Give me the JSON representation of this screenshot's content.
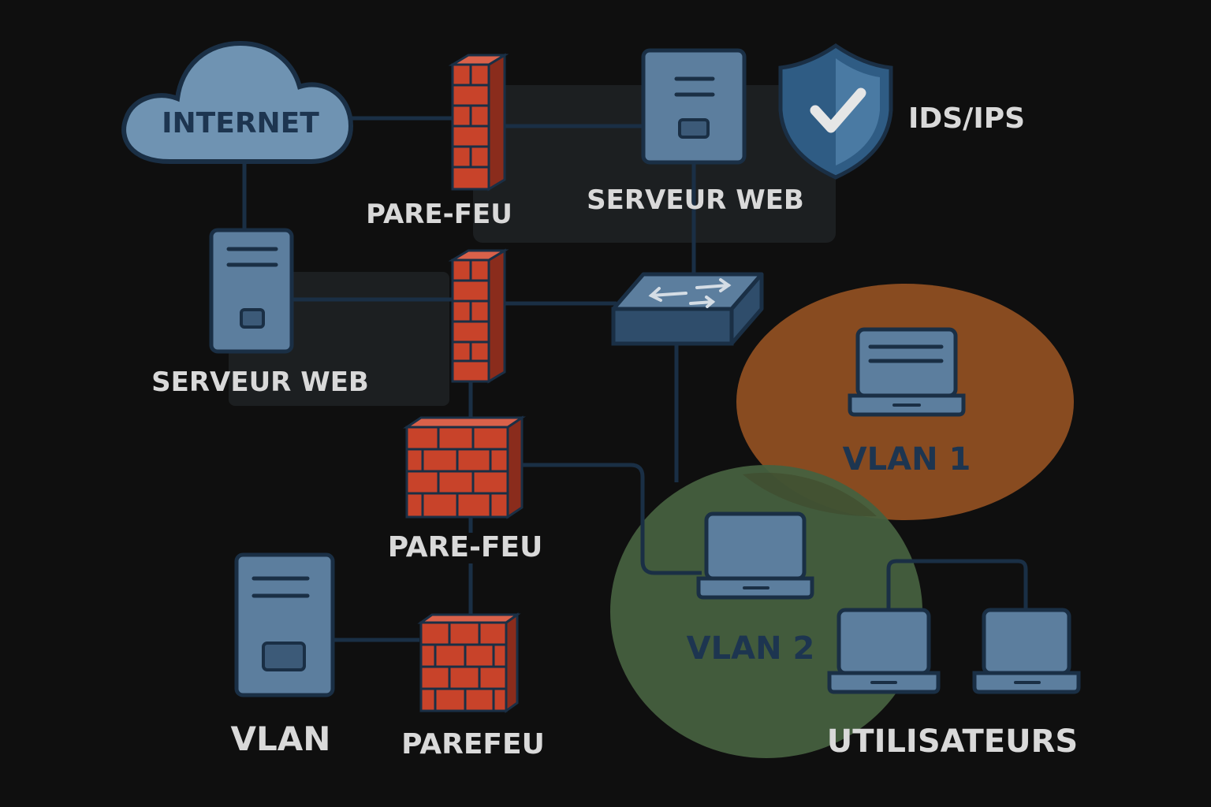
{
  "labels": {
    "internet": "INTERNET",
    "firewall_top": "PARE-FEU",
    "web_server_top": "SERVEUR WEB",
    "ids_ips": "IDS/IPS",
    "web_server_left": "SERVEUR WEB",
    "firewall_middle": "PARE-FEU",
    "vlan_1": "VLAN 1",
    "vlan_2": "VLAN 2",
    "vlan": "VLAN",
    "firewall_bottom": "PAREFEU",
    "users": "UTILISATEURS"
  },
  "colors": {
    "background": "#0f0f0f",
    "device_fill": "#5c7e9e",
    "device_stroke": "#1a2f45",
    "firewall_red": "#c8432a",
    "vlan_1_zone": "#8f4f22",
    "vlan_2_zone": "#46603f",
    "label_light": "#d9d9d9",
    "label_dark": "#1d3550",
    "cloud_fill": "#6f93b2"
  },
  "icons": [
    "cloud-icon",
    "firewall-icon",
    "server-icon",
    "shield-check-icon",
    "network-switch-icon",
    "laptop-icon"
  ]
}
